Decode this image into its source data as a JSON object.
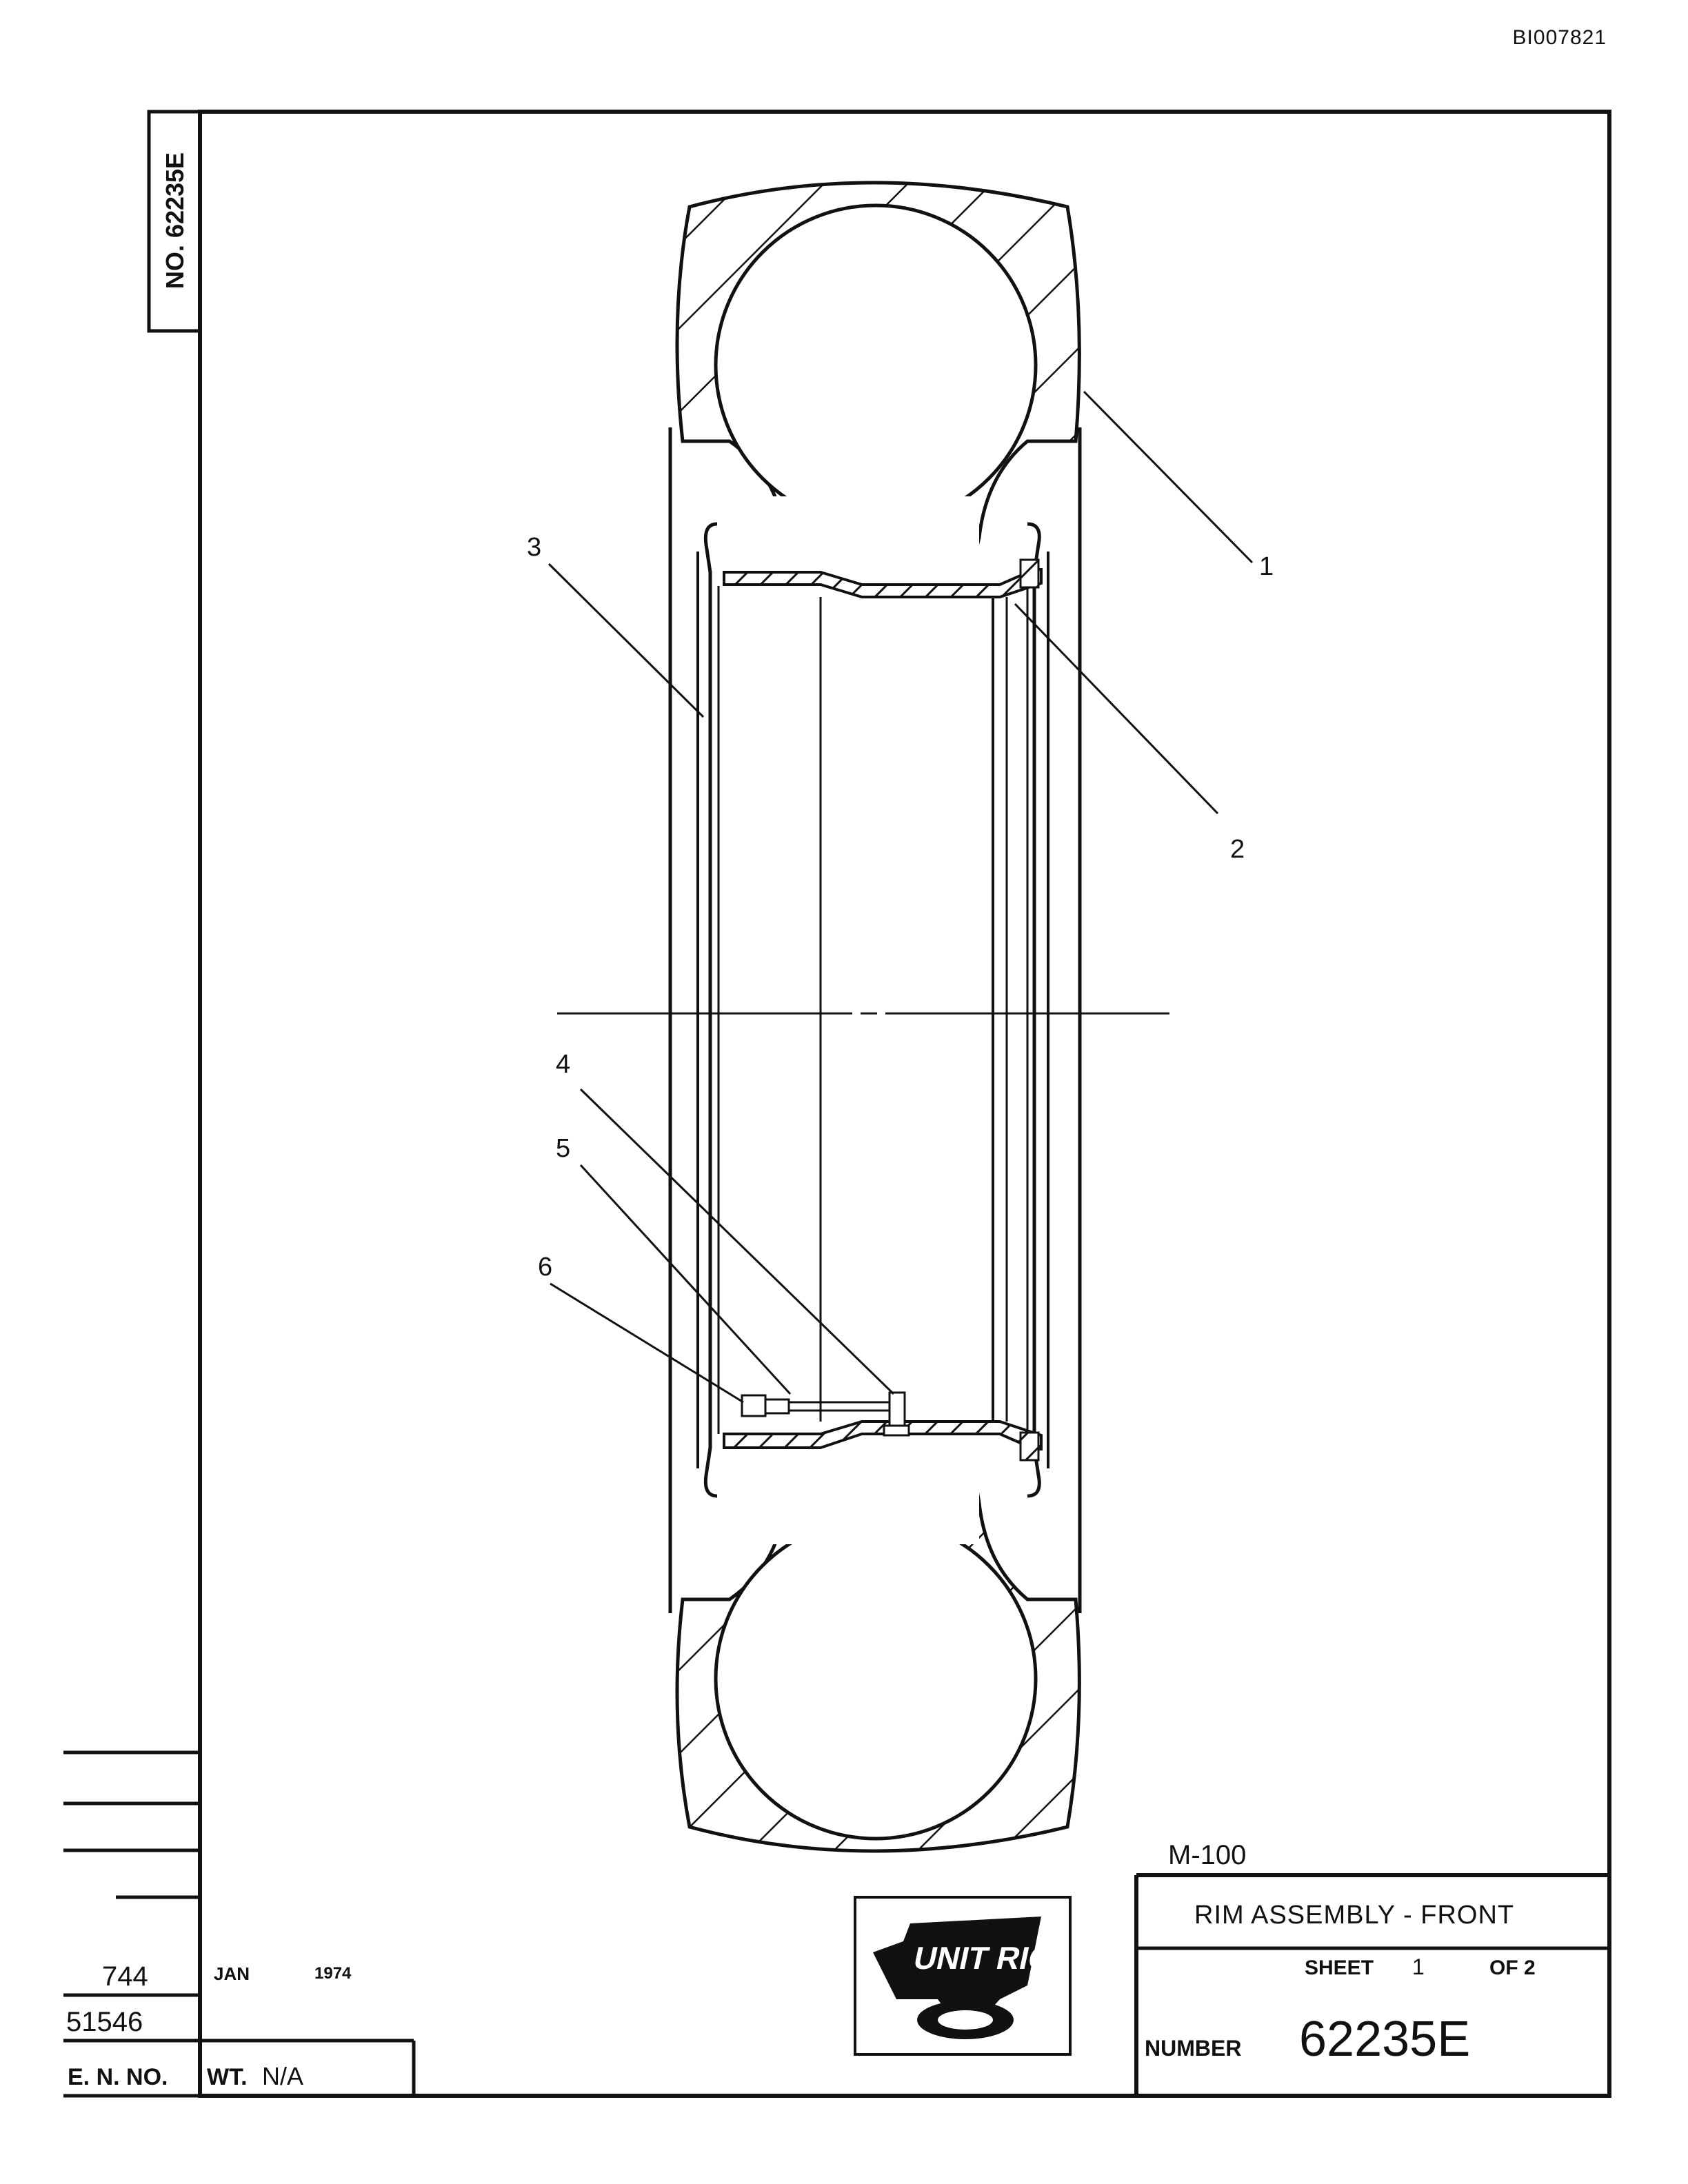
{
  "document": {
    "doc_id": "BI007821",
    "side_number": "NO. 62235E"
  },
  "callouts": [
    "1",
    "2",
    "3",
    "4",
    "5",
    "6"
  ],
  "title_block": {
    "model": "M-100",
    "title": "RIM ASSEMBLY - FRONT",
    "sheet_label": "SHEET",
    "sheet_num": "1",
    "of_label": "OF 2",
    "number_label": "NUMBER",
    "number": "62235E"
  },
  "revision_block": {
    "row1_en": "744",
    "row1_month": "JAN",
    "row1_year": "1974",
    "row2_en": "51546",
    "en_label": "E. N. NO.",
    "wt_label": "WT.",
    "wt_value": "N/A"
  },
  "logo": {
    "text": "UNIT RIG",
    "icon": "unit-rig-logo-icon"
  },
  "colors": {
    "ink": "#111111",
    "paper": "#ffffff"
  }
}
